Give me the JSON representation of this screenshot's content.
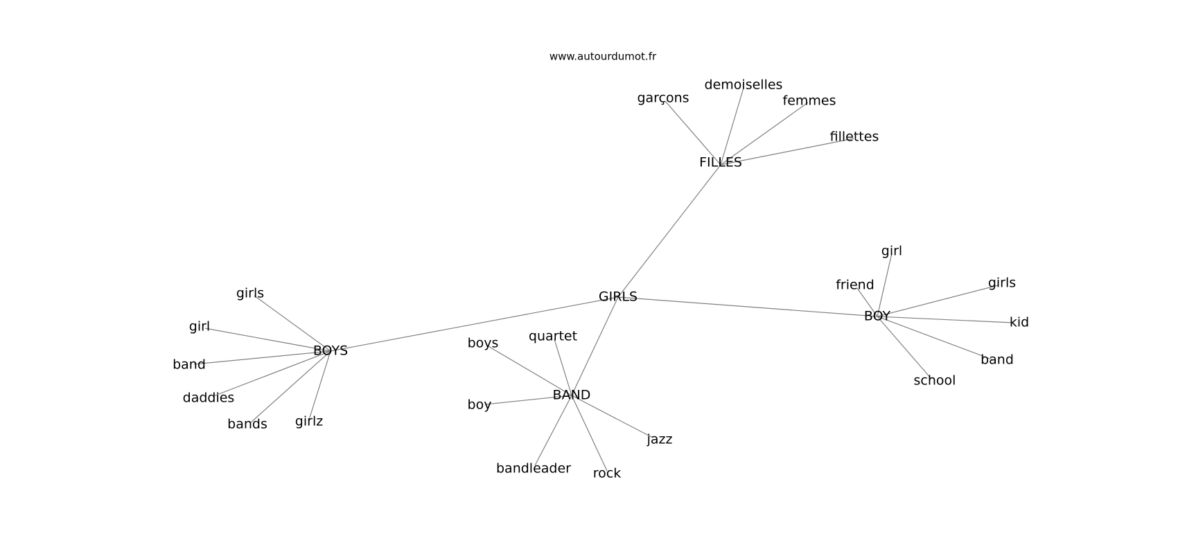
{
  "watermark": "www.autourdumot.fr",
  "colors": {
    "edge": "#7f7f7f",
    "text": "#000000",
    "background": "#ffffff"
  },
  "graph": {
    "nodes": [
      {
        "id": "girls_center",
        "label": "GIRLS"
      },
      {
        "id": "filles",
        "label": "FILLES"
      },
      {
        "id": "boys",
        "label": "BOYS"
      },
      {
        "id": "boy",
        "label": "BOY"
      },
      {
        "id": "band",
        "label": "BAND"
      },
      {
        "id": "f_garcons",
        "label": "garçons"
      },
      {
        "id": "f_demoiselles",
        "label": "demoiselles"
      },
      {
        "id": "f_femmes",
        "label": "femmes"
      },
      {
        "id": "f_fillettes",
        "label": "fillettes"
      },
      {
        "id": "bs_girls",
        "label": "girls"
      },
      {
        "id": "bs_girl",
        "label": "girl"
      },
      {
        "id": "bs_band",
        "label": "band"
      },
      {
        "id": "bs_daddies",
        "label": "daddies"
      },
      {
        "id": "bs_bands",
        "label": "bands"
      },
      {
        "id": "bs_girlz",
        "label": "girlz"
      },
      {
        "id": "b_girl",
        "label": "girl"
      },
      {
        "id": "b_friend",
        "label": "friend"
      },
      {
        "id": "b_girls",
        "label": "girls"
      },
      {
        "id": "b_kid",
        "label": "kid"
      },
      {
        "id": "b_band",
        "label": "band"
      },
      {
        "id": "b_school",
        "label": "school"
      },
      {
        "id": "bd_boys",
        "label": "boys"
      },
      {
        "id": "bd_quartet",
        "label": "quartet"
      },
      {
        "id": "bd_boy",
        "label": "boy"
      },
      {
        "id": "bd_jazz",
        "label": "jazz"
      },
      {
        "id": "bd_bandleader",
        "label": "bandleader"
      },
      {
        "id": "bd_rock",
        "label": "rock"
      }
    ],
    "edges": [
      [
        "girls_center",
        "filles"
      ],
      [
        "girls_center",
        "boys"
      ],
      [
        "girls_center",
        "boy"
      ],
      [
        "girls_center",
        "band"
      ],
      [
        "filles",
        "f_garcons"
      ],
      [
        "filles",
        "f_demoiselles"
      ],
      [
        "filles",
        "f_femmes"
      ],
      [
        "filles",
        "f_fillettes"
      ],
      [
        "boys",
        "bs_girls"
      ],
      [
        "boys",
        "bs_girl"
      ],
      [
        "boys",
        "bs_band"
      ],
      [
        "boys",
        "bs_daddies"
      ],
      [
        "boys",
        "bs_bands"
      ],
      [
        "boys",
        "bs_girlz"
      ],
      [
        "boy",
        "b_girl"
      ],
      [
        "boy",
        "b_friend"
      ],
      [
        "boy",
        "b_girls"
      ],
      [
        "boy",
        "b_kid"
      ],
      [
        "boy",
        "b_band"
      ],
      [
        "boy",
        "b_school"
      ],
      [
        "band",
        "bd_boys"
      ],
      [
        "band",
        "bd_quartet"
      ],
      [
        "band",
        "bd_boy"
      ],
      [
        "band",
        "bd_jazz"
      ],
      [
        "band",
        "bd_bandleader"
      ],
      [
        "band",
        "bd_rock"
      ]
    ]
  }
}
